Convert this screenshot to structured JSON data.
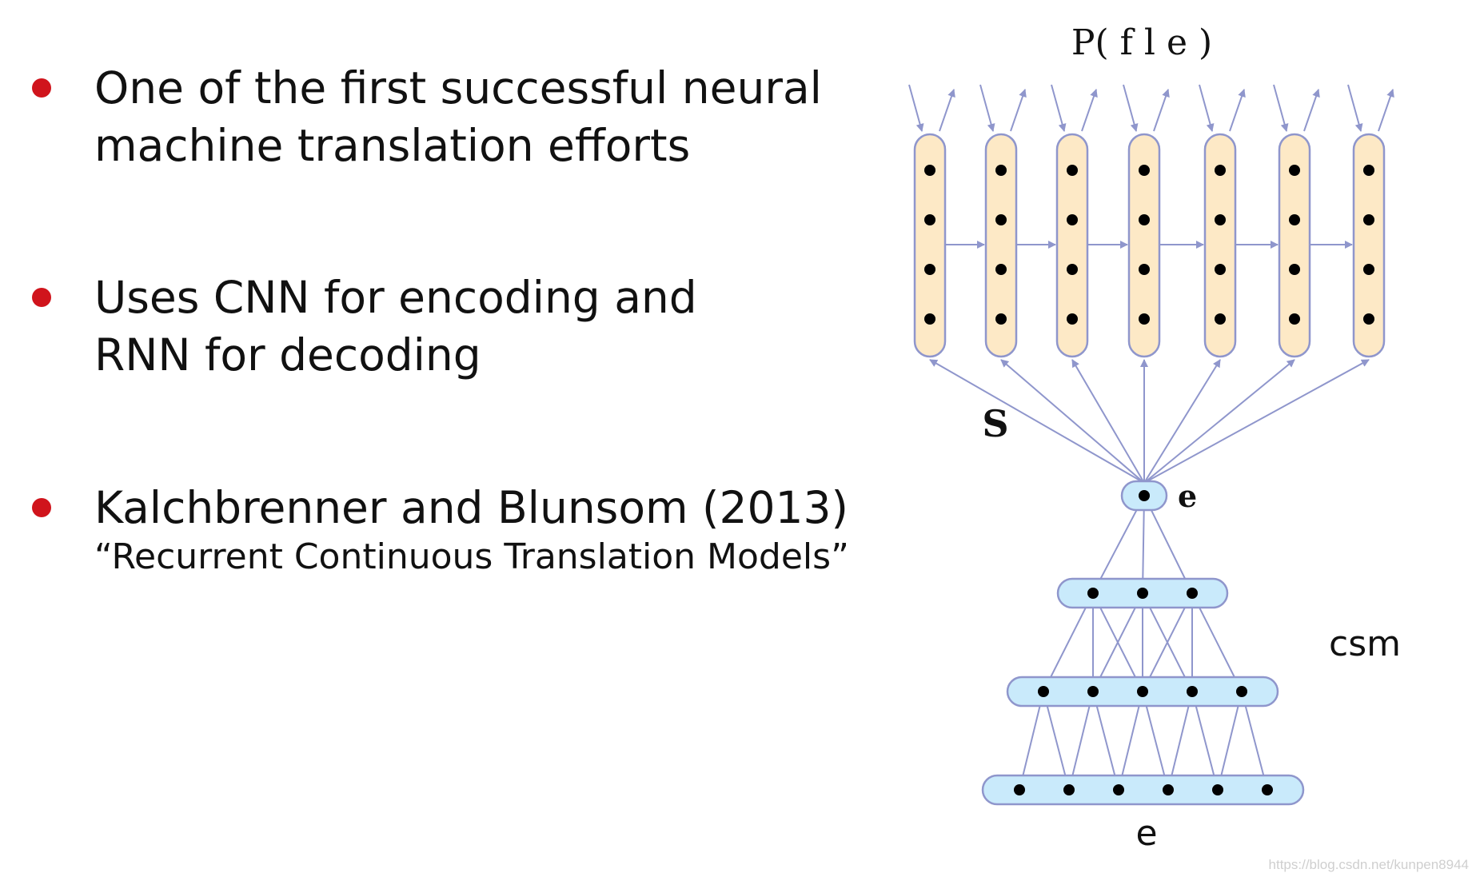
{
  "bullets": [
    {
      "lines": [
        "One of the first successful neural",
        "machine translation efforts"
      ]
    },
    {
      "lines": [
        "Uses CNN for encoding and",
        "RNN for decoding"
      ]
    },
    {
      "lines": [
        "Kalchbrenner and Blunsom (2013)"
      ],
      "subline": "“Recurrent Continuous Translation Models”"
    }
  ],
  "diagram": {
    "top_label": "P( f l e )",
    "s_label": "S",
    "e_node_label": "e",
    "csm_label": "csm",
    "bottom_label": "e",
    "rnn_column_count": 7,
    "rnn_units_per_column": 4,
    "cnn_layer_units": [
      6,
      5,
      3,
      1
    ],
    "colors": {
      "rnn_fill": "#fde9c6",
      "cnn_fill": "#c9eafb",
      "edge": "#8f96cc",
      "arrow": "#8f96cc",
      "node_dot": "#000000",
      "bullet": "#d0141c"
    }
  },
  "watermark": "https://blog.csdn.net/kunpen8944"
}
